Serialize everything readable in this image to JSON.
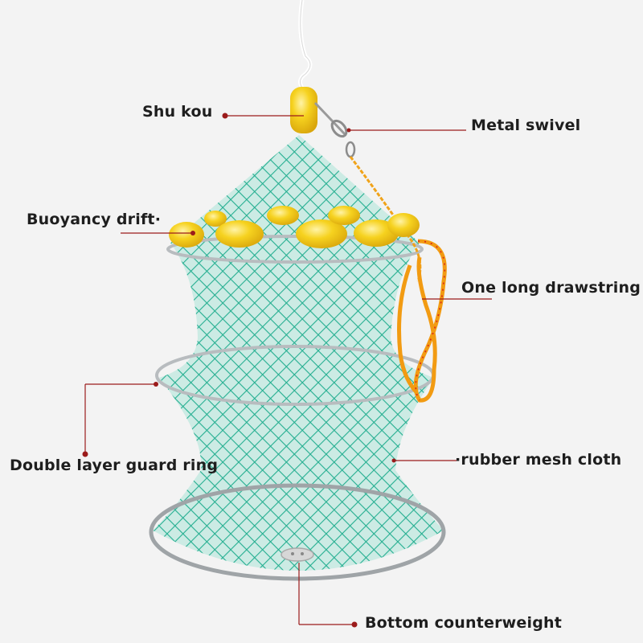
{
  "colors": {
    "background": "#f3f3f3",
    "net": "#17b898",
    "float": "#f5cf1a",
    "ring": "#b8bcbf",
    "rope": "#f09a18",
    "pointer": "#9b1b1b"
  },
  "labels": {
    "shu_kou": "Shu kou",
    "metal_swivel": "Metal swivel",
    "buoyancy_drift": "Buoyancy drift·",
    "drawstring": "One long drawstring",
    "guard_ring": "Double layer guard ring",
    "mesh_cloth": "·rubber mesh cloth",
    "counterweight": "Bottom counterweight"
  }
}
